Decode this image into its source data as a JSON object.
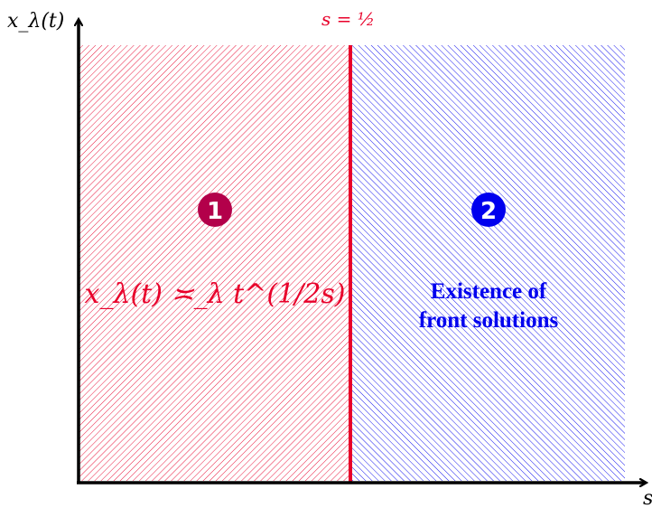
{
  "axes": {
    "y_label": "x_λ(t)",
    "x_label": "s"
  },
  "divider": {
    "label": "s = ½",
    "color": "#e8002a"
  },
  "regions": [
    {
      "marker": "❶",
      "text_main": "x_λ(t) ≍_λ t^(1/2s)",
      "color": "#e8002a",
      "marker_color": "#b3004a"
    },
    {
      "marker": "❷",
      "text_line1": "Existence of",
      "text_line2": "front solutions",
      "color": "#0000ee"
    }
  ]
}
